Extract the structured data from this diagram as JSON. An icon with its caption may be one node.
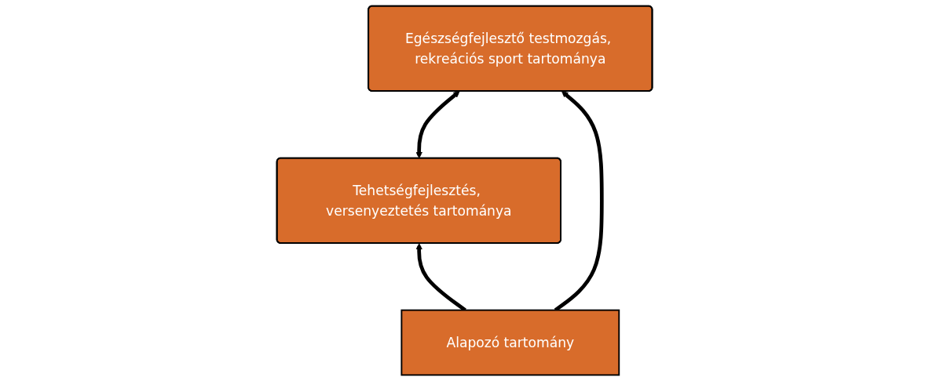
{
  "diagram": {
    "nodes": [
      {
        "text": [
          "Tehetségfejlesztés, versenyeztetés tartománya"
        ]
      },
      {
        "text": [
          "Egészségfejlesztő testmozgás, rekreációs sport tartománya"
        ]
      },
      {
        "text": [
          "Alapozó tartomány"
        ]
      }
    ],
    "edges": [
      {
        "from": 0,
        "to": 1,
        "arrow": "both"
      },
      {
        "from": 2,
        "to": 0,
        "arrow": "to"
      },
      {
        "from": 2,
        "to": 1,
        "arrow": "to"
      }
    ]
  }
}
